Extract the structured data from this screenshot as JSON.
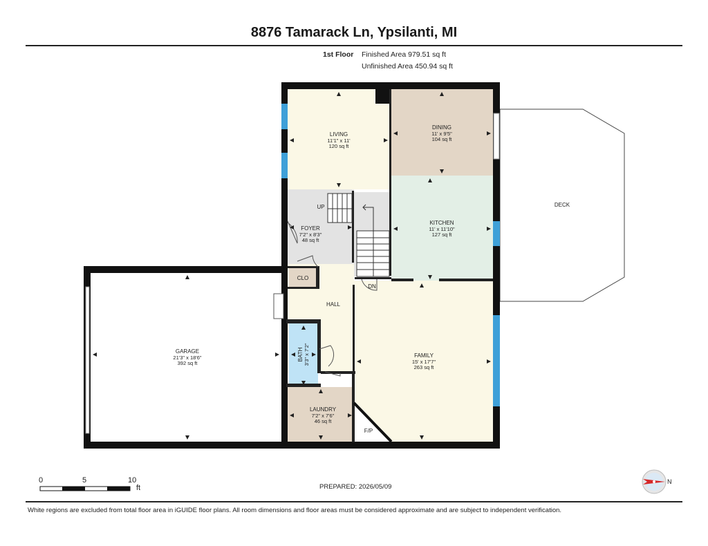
{
  "title": "8876 Tamarack Ln, Ypsilanti, MI",
  "floor": {
    "name": "1st Floor",
    "finished_label": "Finished Area 979.51 sq ft",
    "unfinished_label": "Unfinished Area 450.94 sq ft"
  },
  "rooms": {
    "living": {
      "name": "LIVING",
      "dims": "11'1\" x 11'",
      "area": "120 sq ft"
    },
    "dining": {
      "name": "DINING",
      "dims": "11' x 9'5\"",
      "area": "104 sq ft"
    },
    "kitchen": {
      "name": "KITCHEN",
      "dims": "11' x 11'10\"",
      "area": "127 sq ft"
    },
    "foyer": {
      "name": "FOYER",
      "dims": "7'2\" x 8'3\"",
      "area": "48 sq ft"
    },
    "garage": {
      "name": "GARAGE",
      "dims": "21'3\" x 18'6\"",
      "area": "392 sq ft"
    },
    "family": {
      "name": "FAMILY",
      "dims": "15' x 17'7\"",
      "area": "263 sq ft"
    },
    "laundry": {
      "name": "LAUNDRY",
      "dims": "7'2\" x 7'6\"",
      "area": "46 sq ft"
    },
    "bath": {
      "name": "BATH",
      "dims": "3'3\" x 7'2\""
    }
  },
  "labels": {
    "deck": "DECK",
    "hall": "HALL",
    "clo": "CLO",
    "up": "UP",
    "dn": "DN",
    "fp": "F/P"
  },
  "scale": {
    "ticks": [
      "0",
      "5",
      "10"
    ],
    "unit": "ft"
  },
  "compass_label": "N",
  "prepared": "PREPARED: 2026/05/09",
  "disclaimer": "White regions are excluded from total floor area in iGUIDE floor plans. All room dimensions and floor areas must be considered approximate and are subject to independent verification.",
  "colors": {
    "wall": "#111111",
    "living": "#fbf8e6",
    "dining": "#e3d6c6",
    "kitchen": "#e3efe6",
    "foyer": "#e3e3e3",
    "family": "#fbf8e6",
    "laundry": "#e3d6c6",
    "bath": "#bfe3f6",
    "window": "#3ea0d8",
    "hall": "#fbf8e6",
    "garage": "#ffffff"
  }
}
